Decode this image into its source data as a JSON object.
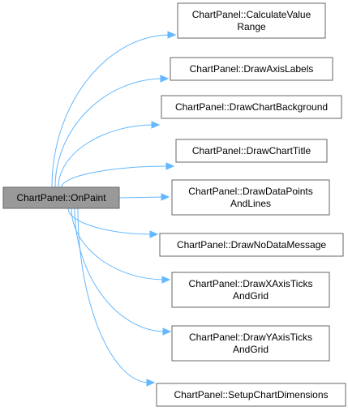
{
  "diagram": {
    "root": {
      "label": "ChartPanel::OnPaint"
    },
    "callees": [
      {
        "lines": [
          "ChartPanel::CalculateValue",
          "Range"
        ]
      },
      {
        "lines": [
          "ChartPanel::DrawAxisLabels"
        ]
      },
      {
        "lines": [
          "ChartPanel::DrawChartBackground"
        ]
      },
      {
        "lines": [
          "ChartPanel::DrawChartTitle"
        ]
      },
      {
        "lines": [
          "ChartPanel::DrawDataPoints",
          "AndLines"
        ]
      },
      {
        "lines": [
          "ChartPanel::DrawNoDataMessage"
        ]
      },
      {
        "lines": [
          "ChartPanel::DrawXAxisTicks",
          "AndGrid"
        ]
      },
      {
        "lines": [
          "ChartPanel::DrawYAxisTicks",
          "AndGrid"
        ]
      },
      {
        "lines": [
          "ChartPanel::SetupChartDimensions"
        ]
      }
    ],
    "colors": {
      "edge": "#63b8ff",
      "root_fill": "#999999",
      "node_border": "#666666",
      "node_fill": "#ffffff"
    }
  }
}
